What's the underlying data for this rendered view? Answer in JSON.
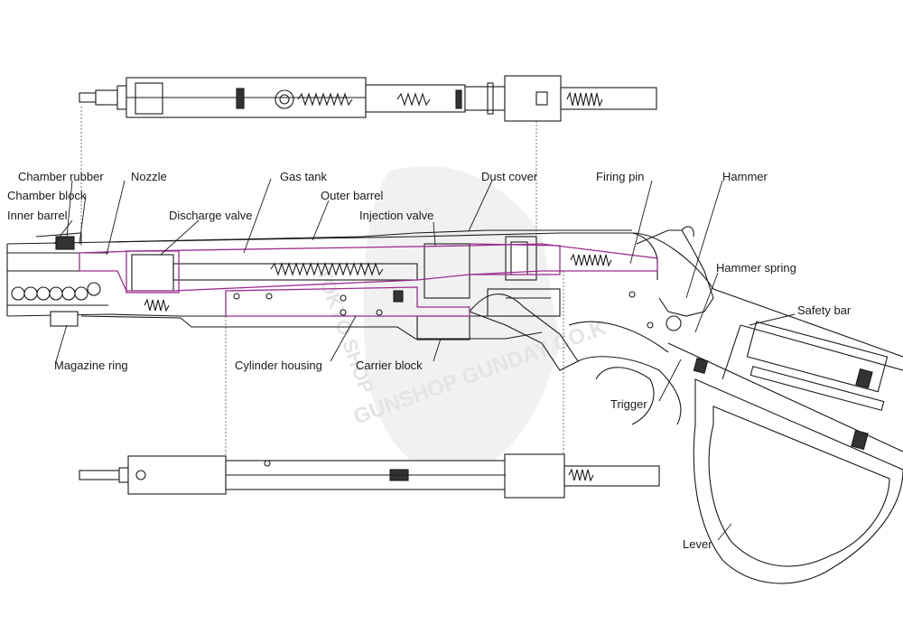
{
  "diagram": {
    "labels": {
      "chamber_rubber": "Chamber rubber",
      "chamber_block": "Chamber block",
      "inner_barrel": "Inner barrel",
      "nozzle": "Nozzle",
      "gas_tank": "Gas tank",
      "outer_barrel": "Outer barrel",
      "discharge_valve": "Discharge valve",
      "injection_valve": "Injection valve",
      "dust_cover": "Dust cover",
      "firing_pin": "Firing pin",
      "hammer": "Hammer",
      "hammer_spring": "Hammer spring",
      "safety_bar": "Safety bar",
      "magazine_ring": "Magazine ring",
      "cylinder_housing": "Cylinder housing",
      "carrier_block": "Carrier block",
      "trigger": "Trigger",
      "lever": "Lever"
    },
    "watermark": {
      "arc_text": "TOKYO SHOP",
      "bottom_text": "GUNSHOP GUNDAY CO.K"
    },
    "colors": {
      "line": "#1a1a1a",
      "highlight": "#9b2c8f",
      "watermark": "#d8d8d8"
    }
  }
}
